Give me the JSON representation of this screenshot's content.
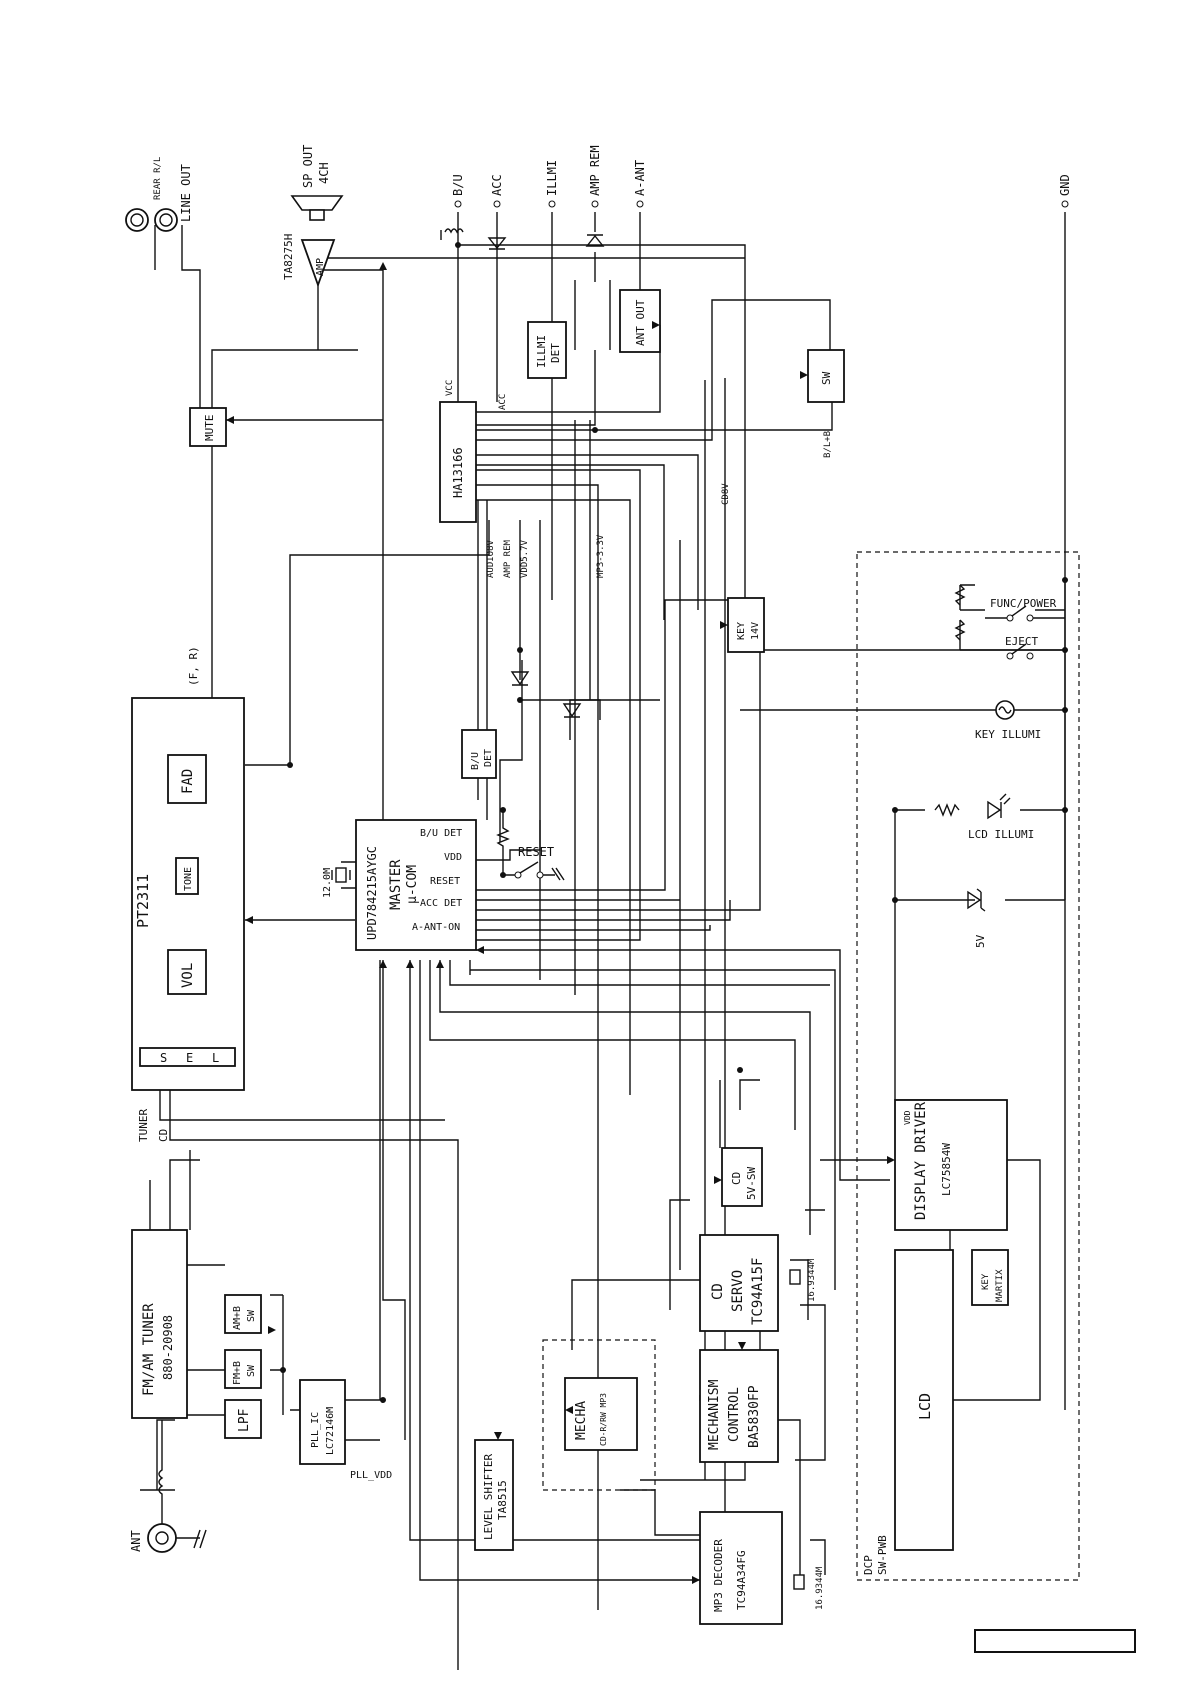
{
  "blocks": {
    "ic_master": [
      "UPD784215AYGC",
      "MASTER",
      "μ-COM"
    ],
    "ic_ha": "HA13166",
    "ic_pt": "PT2311",
    "fad": "FAD",
    "tone": "TONE",
    "vol": "VOL",
    "sel": [
      "S",
      "E",
      "L"
    ],
    "tuner": [
      "FM/AM TUNER",
      "880-20908"
    ],
    "amb": [
      "AM+B",
      "SW"
    ],
    "fmb": [
      "FM+B",
      "SW"
    ],
    "lpf": "LPF",
    "pll": [
      "PLL_IC",
      "LC72146M"
    ],
    "pll_vdd": "PLL_VDD",
    "mute": "MUTE",
    "amp": "AMP",
    "amp_ic": "TA8275H",
    "illmi_det": [
      "ILLMI",
      "DET"
    ],
    "ant_out": [
      "ANT OUT"
    ],
    "sw": "SW",
    "key14": [
      "KEY",
      "14V"
    ],
    "bu_det": [
      "B/U",
      "DET"
    ],
    "cd5v": [
      "CD",
      "5V-SW"
    ],
    "cdservo": [
      "CD",
      "SERVO",
      "TC94A15F"
    ],
    "mech": [
      "MECHANISM",
      "CONTROL",
      "BA5830FP"
    ],
    "mecha": [
      "MECHA",
      "CD-R/RW MP3"
    ],
    "mp3": [
      "MP3 DECODER",
      "TC94A34FG"
    ],
    "lvl": [
      "LEVEL SHIFTER",
      "TA8515"
    ],
    "disp": [
      "DISPLAY DRIVER",
      "LC75854W"
    ],
    "disp_vdd": "VDD",
    "keymat": [
      "KEY",
      "MARTIX"
    ],
    "lcd": "LCD"
  },
  "pins": [
    "B/U DET",
    "VDD",
    "RESET",
    "ACC DET",
    "A-ANT-ON"
  ],
  "terminals": [
    "B/U",
    "ACC",
    "ILLMI",
    "AMP REM",
    "A-ANT",
    "GND"
  ],
  "labels": {
    "rear": "REAR R/L",
    "line_out": "LINE OUT",
    "sp_out": [
      "SP OUT",
      "4CH"
    ],
    "fr": "(F, R)",
    "ant": "ANT",
    "tuner_lbl": "TUNER",
    "cd_lbl": "CD",
    "xtal1": "12.0M",
    "xtal2": "16.9344M",
    "xtal3": "16.9344M",
    "vcc": "VCC",
    "acc": "ACC",
    "audio8v": "AUDIO8V",
    "amprem": "AMP REM",
    "vdd57": "VDD5.7V",
    "mp33": "MP3-3.3V",
    "cd8v": "CD8V",
    "blb": "B/L+B",
    "reset": "RESET",
    "func": "FUNC/POWER",
    "eject": "EJECT",
    "keyill": "KEY ILLUMI",
    "lcdill": "LCD ILLUMI",
    "v5": "5V",
    "dcp": "DCP",
    "swpwb": "SW-PWB"
  }
}
